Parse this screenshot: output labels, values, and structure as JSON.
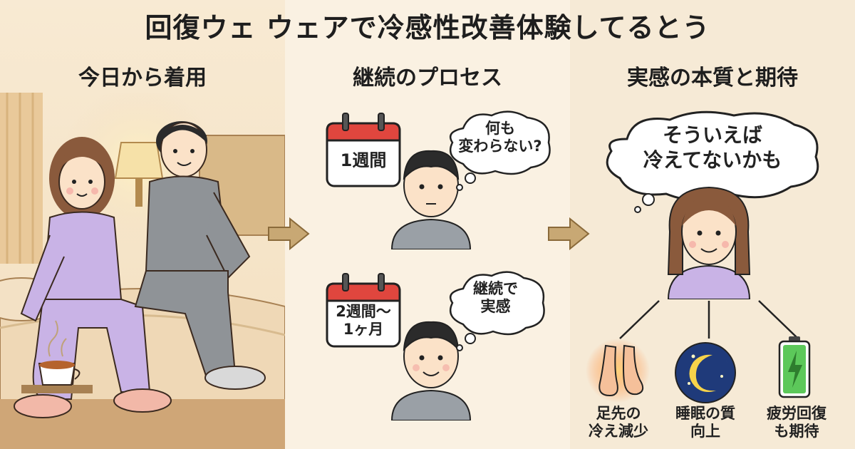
{
  "title": "回復ウェ ウェアで冷感性改善体験してるとう",
  "sections": [
    {
      "title": "今日から着用"
    },
    {
      "title": "継続のプロセス"
    },
    {
      "title": "実感の本質と期待"
    }
  ],
  "process": {
    "step1": {
      "calendar": "1週間",
      "thought": "何も\n変わらない?"
    },
    "step2": {
      "calendar": "2週間〜\n1ヶ月",
      "thought": "継続で\n実感"
    }
  },
  "realization": {
    "thought": "そういえば\n冷えてないかも",
    "benefits": [
      {
        "label": "足先の\n冷え減少",
        "icon": "warm-feet-icon"
      },
      {
        "label": "睡眠の質\n向上",
        "icon": "moon-stars-icon"
      },
      {
        "label": "疲労回復\nも期待",
        "icon": "battery-charge-icon"
      }
    ]
  },
  "colors": {
    "calendar_red": "#e0463e",
    "pajama_purple": "#c9b3e6",
    "pajama_gray": "#8f9397",
    "arrow": "#c8a874",
    "night_blue": "#1f3a7a",
    "battery_green": "#5cc85a"
  }
}
